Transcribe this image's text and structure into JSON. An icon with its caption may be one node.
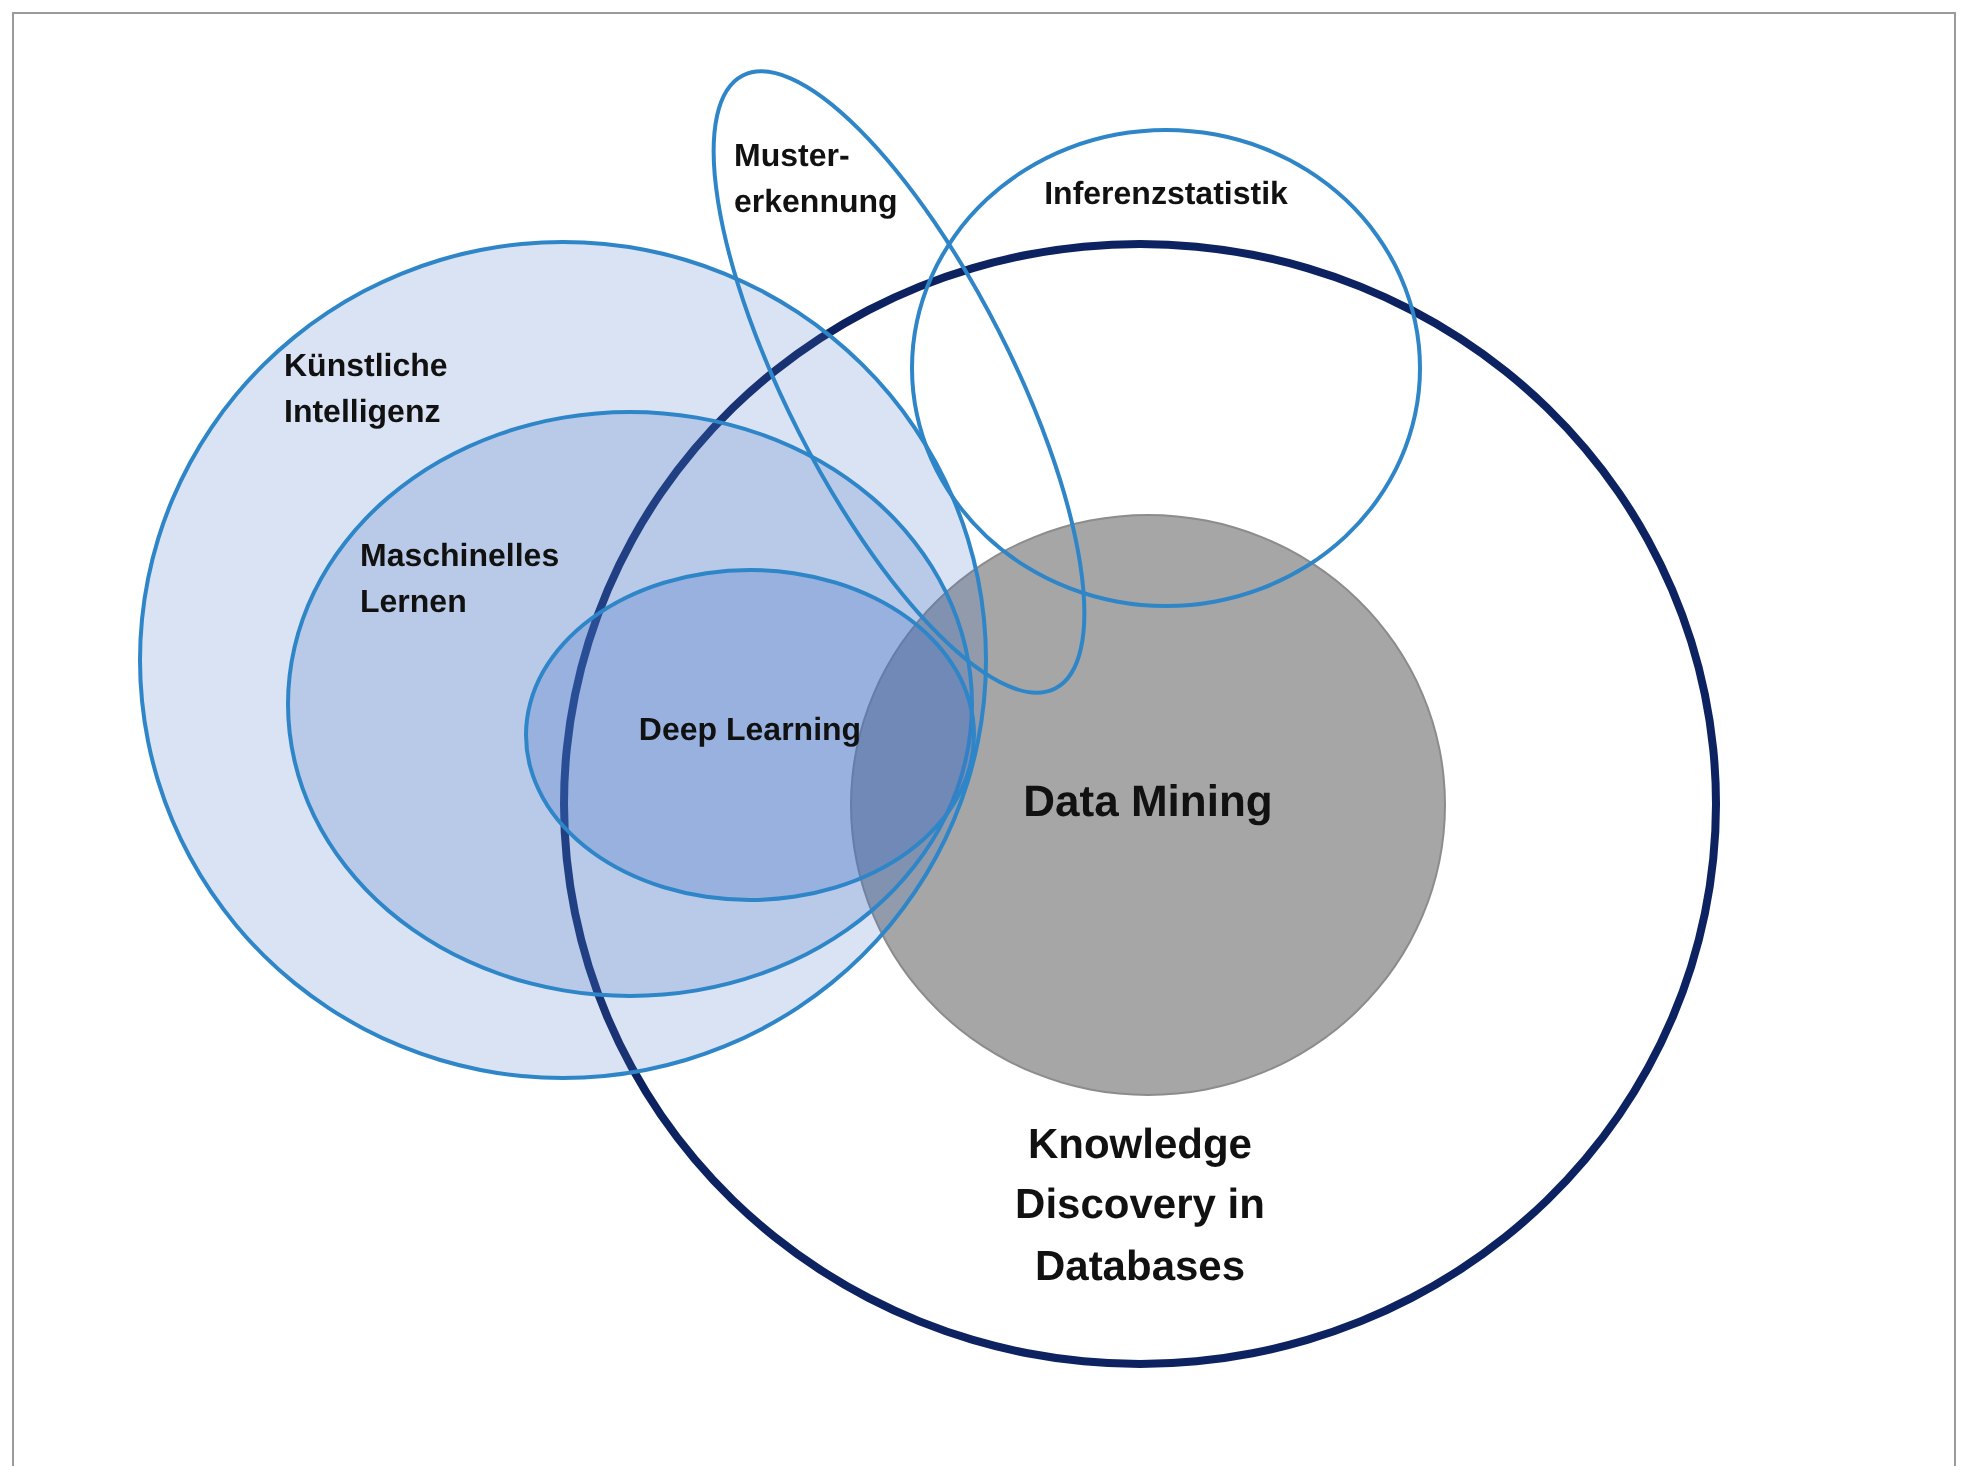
{
  "diagram": {
    "nodes": [
      {
        "text": [
          "Muster- erkennung"
        ]
      },
      {
        "text": [
          "Inferenzstatistik"
        ]
      },
      {
        "text": [
          "Künstliche Intelligenz"
        ]
      },
      {
        "text": [
          "Maschinelles Lernen"
        ],
        "in": 2
      },
      {
        "text": [
          "Deep Learning"
        ],
        "in": 3
      },
      {
        "text": [
          "Knowledge Discovery in Databases"
        ]
      },
      {
        "text": [
          "Data Mining"
        ],
        "in": 5
      }
    ],
    "edges": []
  }
}
